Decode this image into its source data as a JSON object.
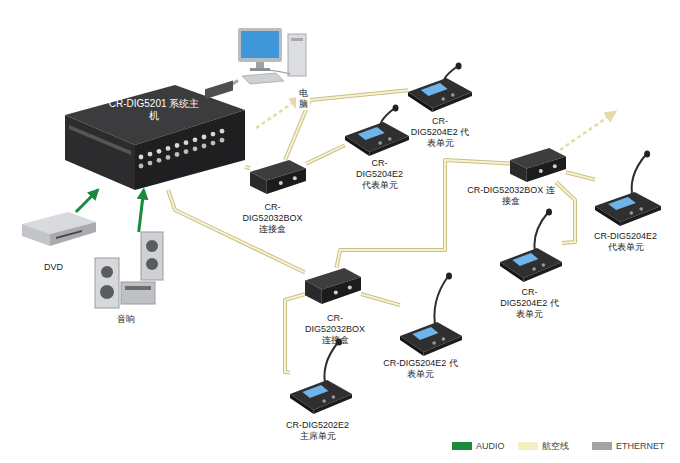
{
  "diagram": {
    "nodes": [
      {
        "text": [
          "CR-DIG5201 系统主机"
        ]
      },
      {
        "text": [
          "电脑"
        ]
      },
      {
        "text": [
          "DVD"
        ]
      },
      {
        "text": [
          "音响"
        ]
      },
      {
        "text": [
          "CR-DIG52032BOX 连接盒"
        ]
      },
      {
        "text": [
          "CR-DIG5204E2 代表单元"
        ]
      },
      {
        "text": [
          "CR-DIG5204E2 代表单元"
        ]
      },
      {
        "text": [
          "CR-DIG52032BOX 连接盒"
        ]
      },
      {
        "text": [
          "CR-DIG5204E2 代表单元"
        ]
      },
      {
        "text": [
          "CR-DIG5204E2 代表单元"
        ]
      },
      {
        "text": [
          "CR-DIG52032BOX 连接盒"
        ]
      },
      {
        "text": [
          "CR-DIG5204E2 代表单元"
        ]
      },
      {
        "text": [
          "CR-DIG5202E2 主席单元"
        ]
      }
    ],
    "edges": [
      {
        "from": 0,
        "to": 4,
        "arrow": "none"
      },
      {
        "from": 4,
        "to": 6,
        "arrow": "none"
      },
      {
        "from": 4,
        "to": 5,
        "arrow": "none"
      },
      {
        "from": 0,
        "to": 10,
        "arrow": "none"
      },
      {
        "from": 10,
        "to": 7,
        "arrow": "none"
      },
      {
        "from": 7,
        "to": 8,
        "arrow": "none"
      },
      {
        "from": 7,
        "to": 9,
        "arrow": "none"
      },
      {
        "from": 10,
        "to": 11,
        "arrow": "none"
      },
      {
        "from": 10,
        "to": 12,
        "arrow": "none"
      },
      {
        "from": 0,
        "to": 1,
        "arrow": "none"
      },
      {
        "from": 2,
        "to": 0,
        "arrow": "to"
      },
      {
        "from": 3,
        "to": 0,
        "arrow": "to"
      }
    ],
    "legend": [
      {
        "text": "AUDIO",
        "color": "#1b8a3c"
      },
      {
        "text": "航空线",
        "color": "#f3eec4"
      },
      {
        "text": "ETHERNET",
        "color": "#a3a3a3"
      }
    ]
  }
}
